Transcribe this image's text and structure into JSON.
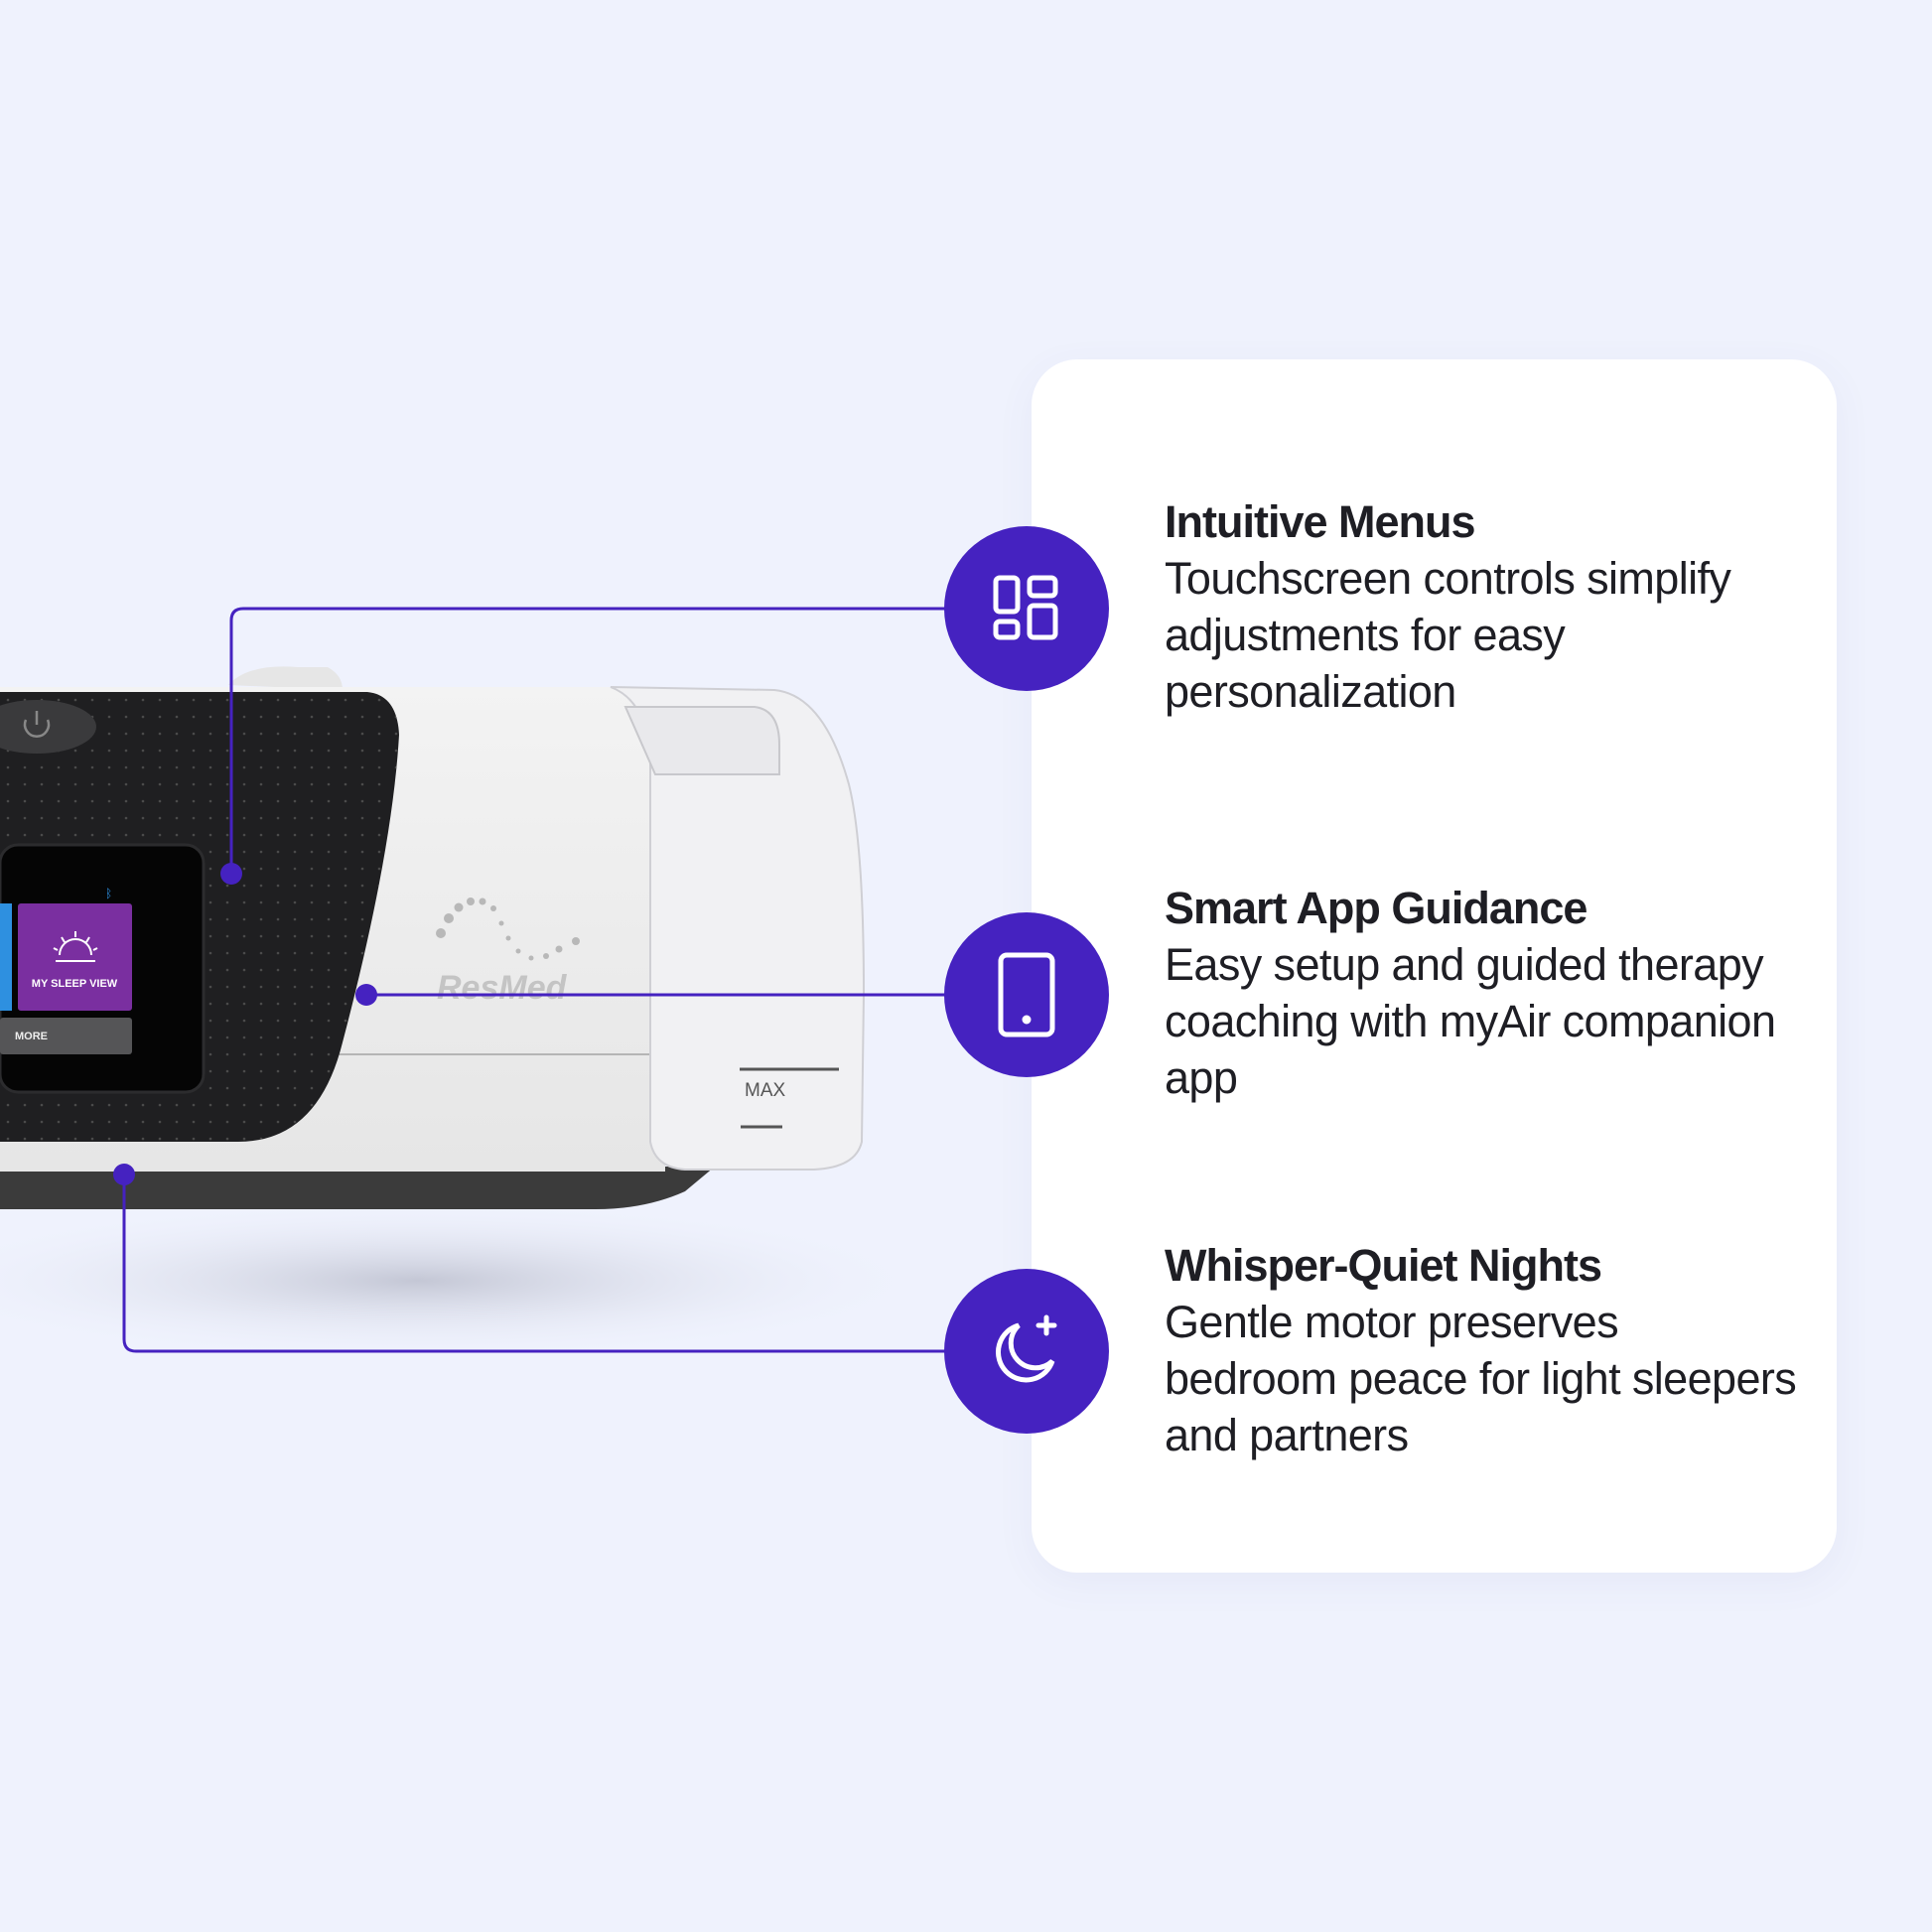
{
  "colors": {
    "accent": "#4522c0",
    "background": "#eff2fd",
    "card": "#ffffff",
    "text": "#1e1e24"
  },
  "device": {
    "screen_tile": "MY SLEEP VIEW",
    "screen_more": "MORE",
    "tank_label": "MAX",
    "brand_logo": "ResMed"
  },
  "features": [
    {
      "icon": "grid-dashboard-icon",
      "title": "Intuitive Menus",
      "description": "Touchscreen controls simplify adjustments for easy personalization"
    },
    {
      "icon": "tablet-icon",
      "title": "Smart App Guidance",
      "description": "Easy setup and guided therapy coaching with myAir companion app"
    },
    {
      "icon": "moon-star-icon",
      "title": "Whisper-Quiet Nights",
      "description": "Gentle motor preserves bedroom peace for light sleepers and partners"
    }
  ]
}
